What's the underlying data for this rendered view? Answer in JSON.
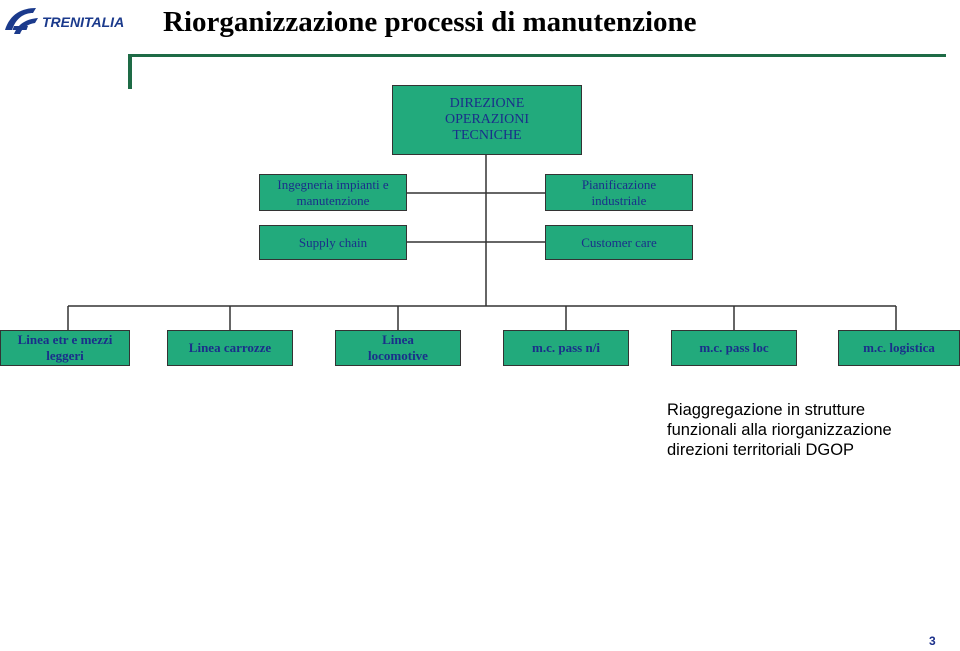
{
  "header": {
    "logo_text": "TRENITALIA",
    "title": "Riorganizzazione processi di manutenzione"
  },
  "org_chart": {
    "top": {
      "label": "DIREZIONE OPERAZIONI TECNICHE"
    },
    "staff_left": [
      {
        "label": "Ingegneria impianti e manutenzione"
      },
      {
        "label": "Supply chain"
      }
    ],
    "staff_right": [
      {
        "label": "Pianificazione industriale"
      },
      {
        "label": "Customer care"
      }
    ],
    "units": [
      {
        "label": "Linea etr e mezzi leggeri"
      },
      {
        "label": "Linea carrozze"
      },
      {
        "label": "Linea locomotive"
      },
      {
        "label": "m.c. pass n/i"
      },
      {
        "label": "m.c. pass loc"
      },
      {
        "label": "m.c. logistica"
      }
    ]
  },
  "note": "Riaggregazione in strutture funzionali alla riorganizzazione direzioni territoriali DGOP",
  "page_number": "3",
  "colors": {
    "box_fill": "#22aa7c",
    "box_text": "#1a2f8a",
    "rule": "#1e6b46",
    "logo_blue": "#1b3a8c"
  }
}
